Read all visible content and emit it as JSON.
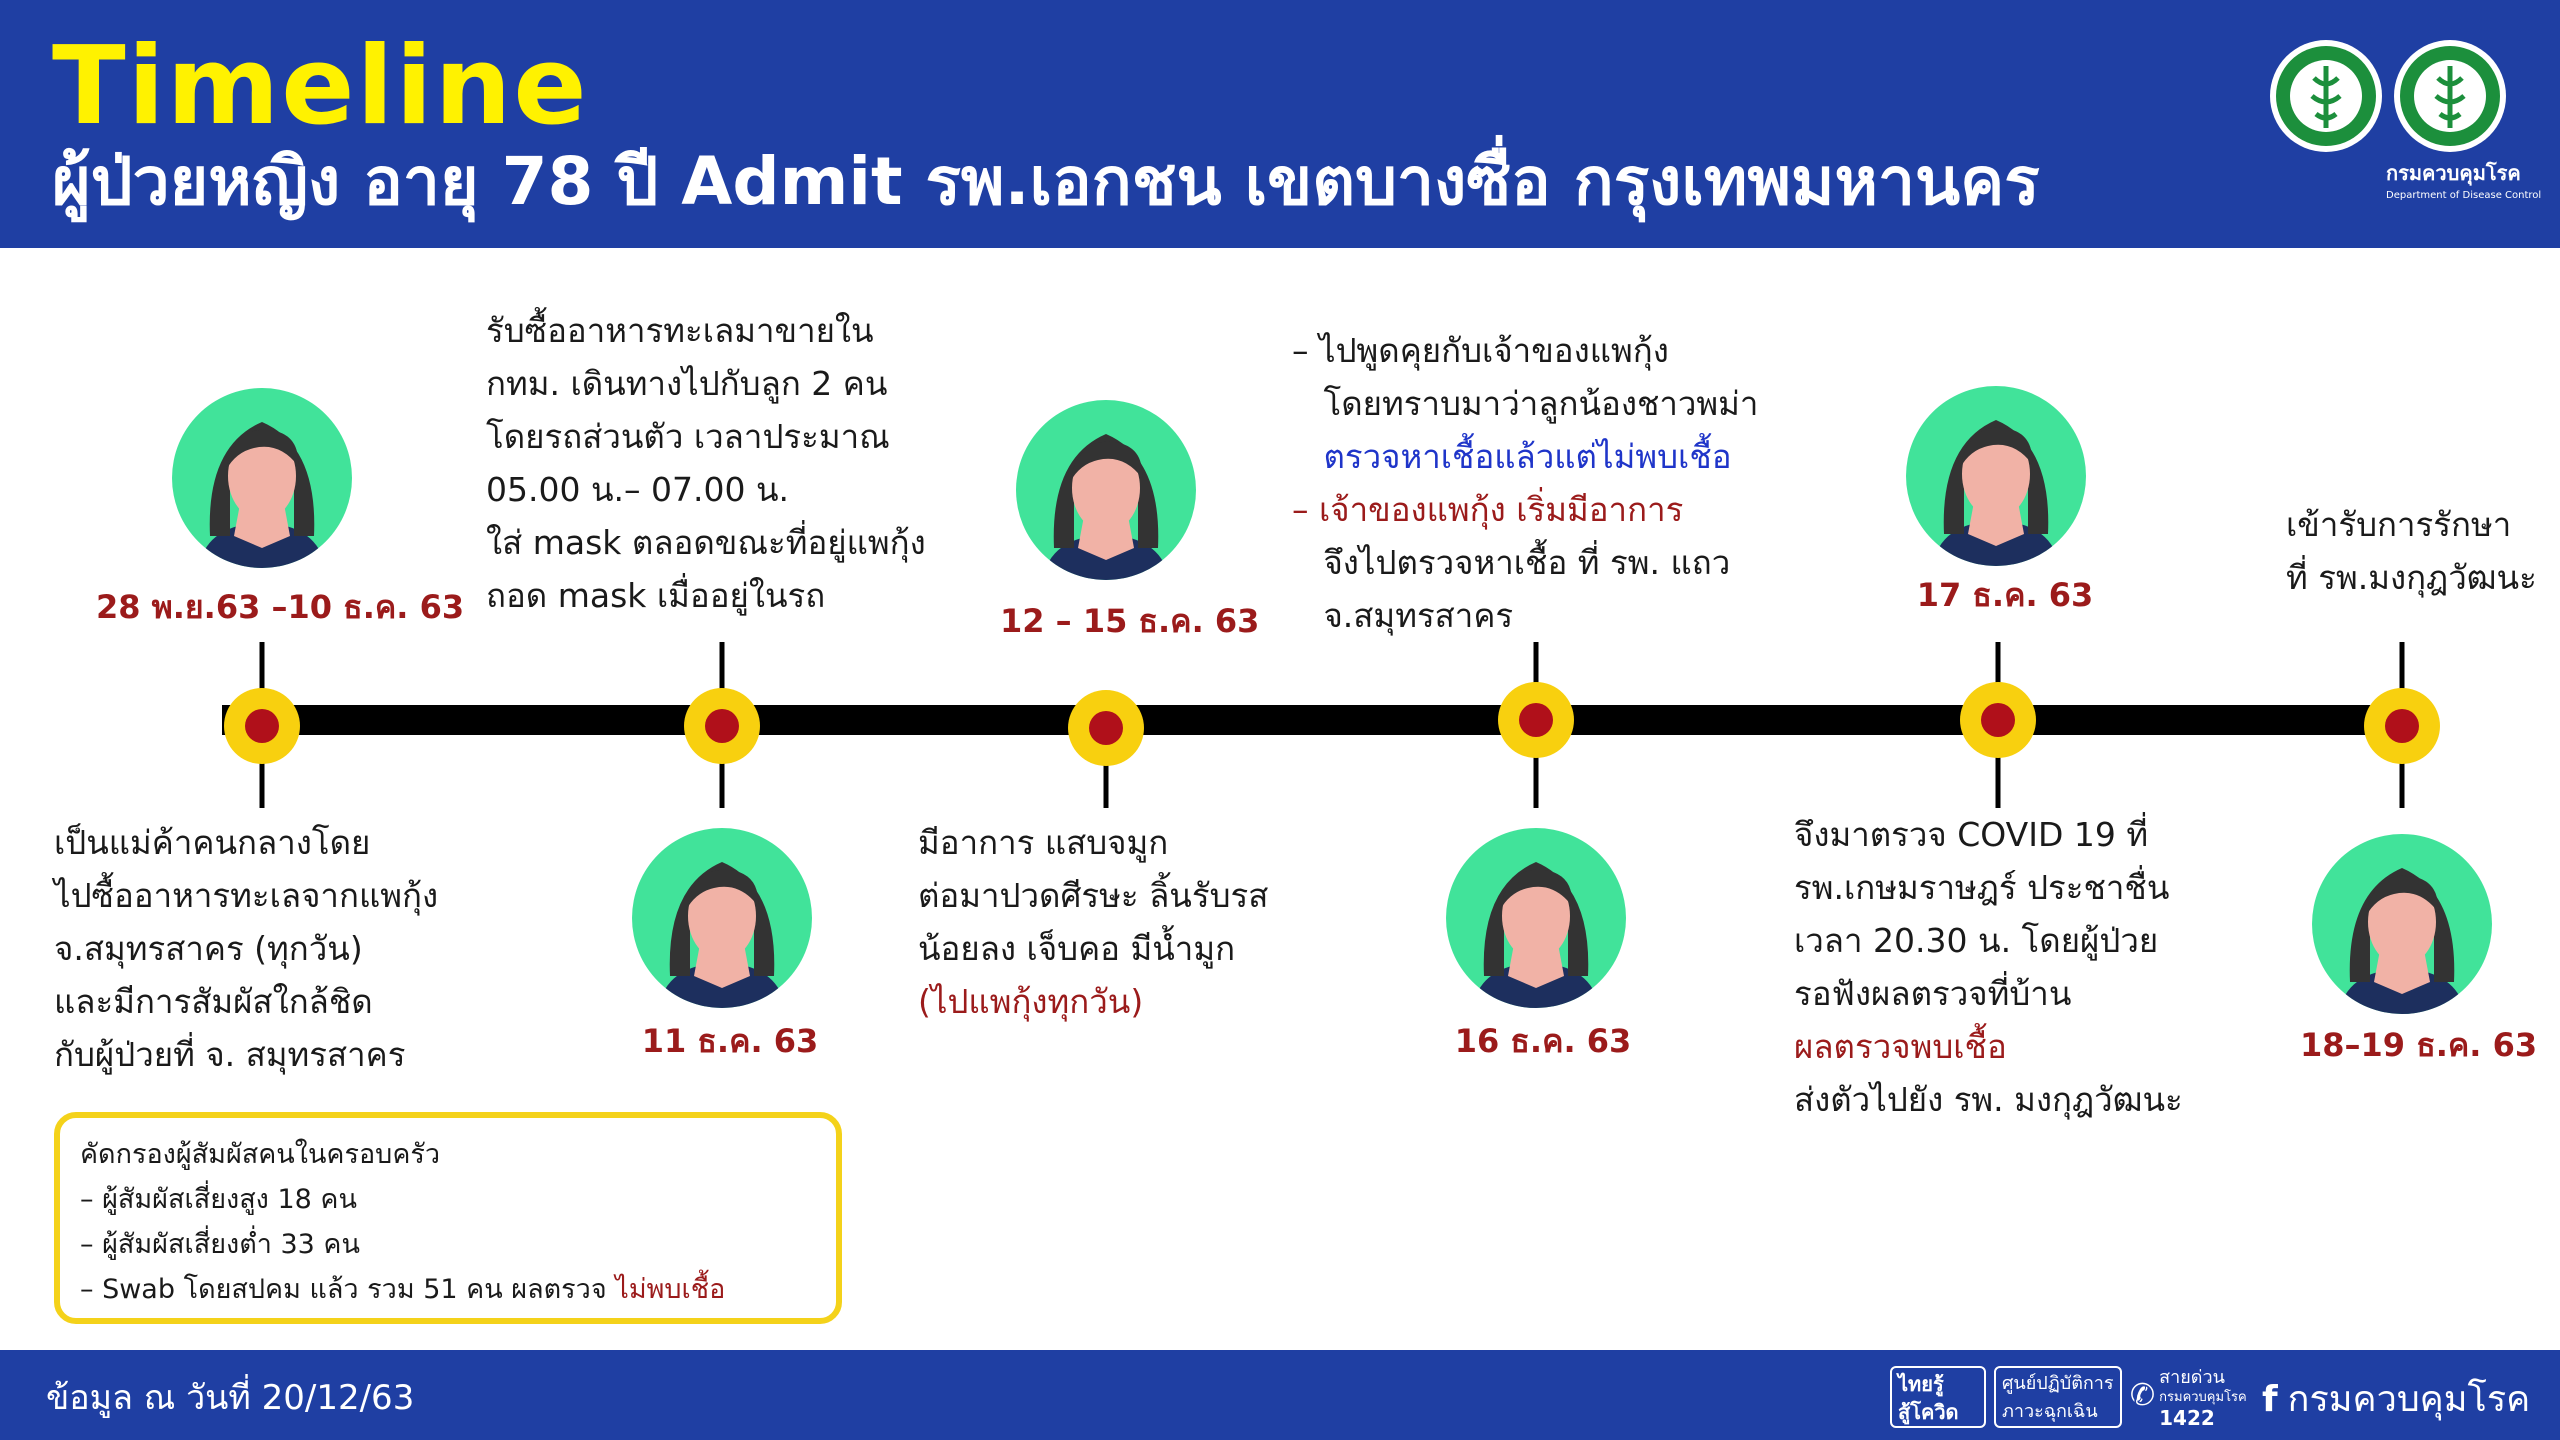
{
  "header": {
    "title": "Timeline",
    "subtitle": "ผู้ป่วยหญิง อายุ 78 ปี Admit รพ.เอกชน เขตบางซื่อ กรุงเทพมหานคร",
    "logo_text": "กรมควบคุมโรค",
    "logo_subtext": "Department of Disease Control"
  },
  "colors": {
    "header_bg": "#1f3fa3",
    "title": "#fff200",
    "date_red": "#9b1b1b",
    "highlight_blue": "#1f35c9",
    "marker_outer": "#f8d00f",
    "marker_inner": "#b0101a",
    "avatar_bg": "#41e39a"
  },
  "timeline": {
    "events": [
      {
        "date": "28 พ.ย.63 –10 ธ.ค. 63",
        "lines": [
          {
            "text": "เป็นแม่ค้าคนกลางโดย"
          },
          {
            "text": "ไปซื้ออาหารทะเลจากแพกุ้ง"
          },
          {
            "text": "จ.สมุทรสาคร (ทุกวัน)"
          },
          {
            "text": "และมีการสัมผัสใกล้ชิด"
          },
          {
            "text": "กับผู้ป่วยที่ จ. สมุทรสาคร"
          }
        ]
      },
      {
        "date": "11 ธ.ค. 63",
        "lines": [
          {
            "text": "รับซื้ออาหารทะเลมาขายใน"
          },
          {
            "text": "กทม. เดินทางไปกับลูก 2 คน"
          },
          {
            "text": "โดยรถส่วนตัว เวลาประมาณ"
          },
          {
            "text": "05.00 น.– 07.00 น."
          },
          {
            "text": "ใส่ mask ตลอดขณะที่อยู่แพกุ้ง"
          },
          {
            "text": "ถอด mask เมื่ออยู่ในรถ"
          }
        ]
      },
      {
        "date": "12 – 15 ธ.ค. 63",
        "lines": [
          {
            "text": "มีอาการ แสบจมูก"
          },
          {
            "text": "ต่อมาปวดศีรษะ ลิ้นรับรส"
          },
          {
            "text": "น้อยลง เจ็บคอ มีน้ำมูก"
          },
          {
            "text": "(ไปแพกุ้งทุกวัน)",
            "color": "red"
          }
        ]
      },
      {
        "date": "16 ธ.ค. 63",
        "lines": [
          {
            "text": "– ไปพูดคุยกับเจ้าของแพกุ้ง"
          },
          {
            "text": "   โดยทราบมาว่าลูกน้องชาวพม่า"
          },
          {
            "text": "   ตรวจหาเชื้อแล้วแต่ไม่พบเชื้อ",
            "color": "blue"
          },
          {
            "text": "– เจ้าของแพกุ้ง เริ่มมีอาการ",
            "color": "red"
          },
          {
            "text": "   จึงไปตรวจหาเชื้อ ที่ รพ. แถว"
          },
          {
            "text": "   จ.สมุทรสาคร"
          }
        ]
      },
      {
        "date": "17 ธ.ค. 63",
        "lines": [
          {
            "text": "จึงมาตรวจ COVID 19 ที่"
          },
          {
            "text": "รพ.เกษมราษฎร์ ประชาชื่น"
          },
          {
            "text": "เวลา 20.30 น. โดยผู้ป่วย"
          },
          {
            "text": "รอฟังผลตรวจที่บ้าน"
          },
          {
            "text": "ผลตรวจพบเชื้อ",
            "color": "red"
          },
          {
            "text": "ส่งตัวไปยัง รพ. มงกุฎวัฒนะ"
          }
        ]
      },
      {
        "date": "18–19 ธ.ค. 63",
        "lines": [
          {
            "text": "เข้ารับการรักษา"
          },
          {
            "text": "ที่ รพ.มงกุฎวัฒนะ"
          }
        ]
      }
    ]
  },
  "screening": {
    "title": "คัดกรองผู้สัมผัสคนในครอบครัว",
    "items": [
      "– ผู้สัมผัสเสี่ยงสูง 18 คน",
      "– ผู้สัมผัสเสี่ยงต่ำ 33 คน"
    ],
    "swab_text": "– Swab โดยสปคม แล้ว รวม 51 คน ผลตรวจ ",
    "swab_result": "ไม่พบเชื้อ"
  },
  "footer": {
    "date_text": "ข้อมูล ณ วันที่ 20/12/63",
    "badge1_line1": "ไทยรู้",
    "badge1_line2": "สู้โควิด",
    "badge2_line1": "ศูนย์ปฏิบัติการ",
    "badge2_line2": "ภาวะฉุกเฉิน",
    "hotline_label": "สายด่วน",
    "hotline_org": "กรมควบคุมโรค",
    "hotline_number": "1422",
    "facebook_label": "กรมควบคุมโรค",
    "facebook_icon": "facebook-icon"
  }
}
